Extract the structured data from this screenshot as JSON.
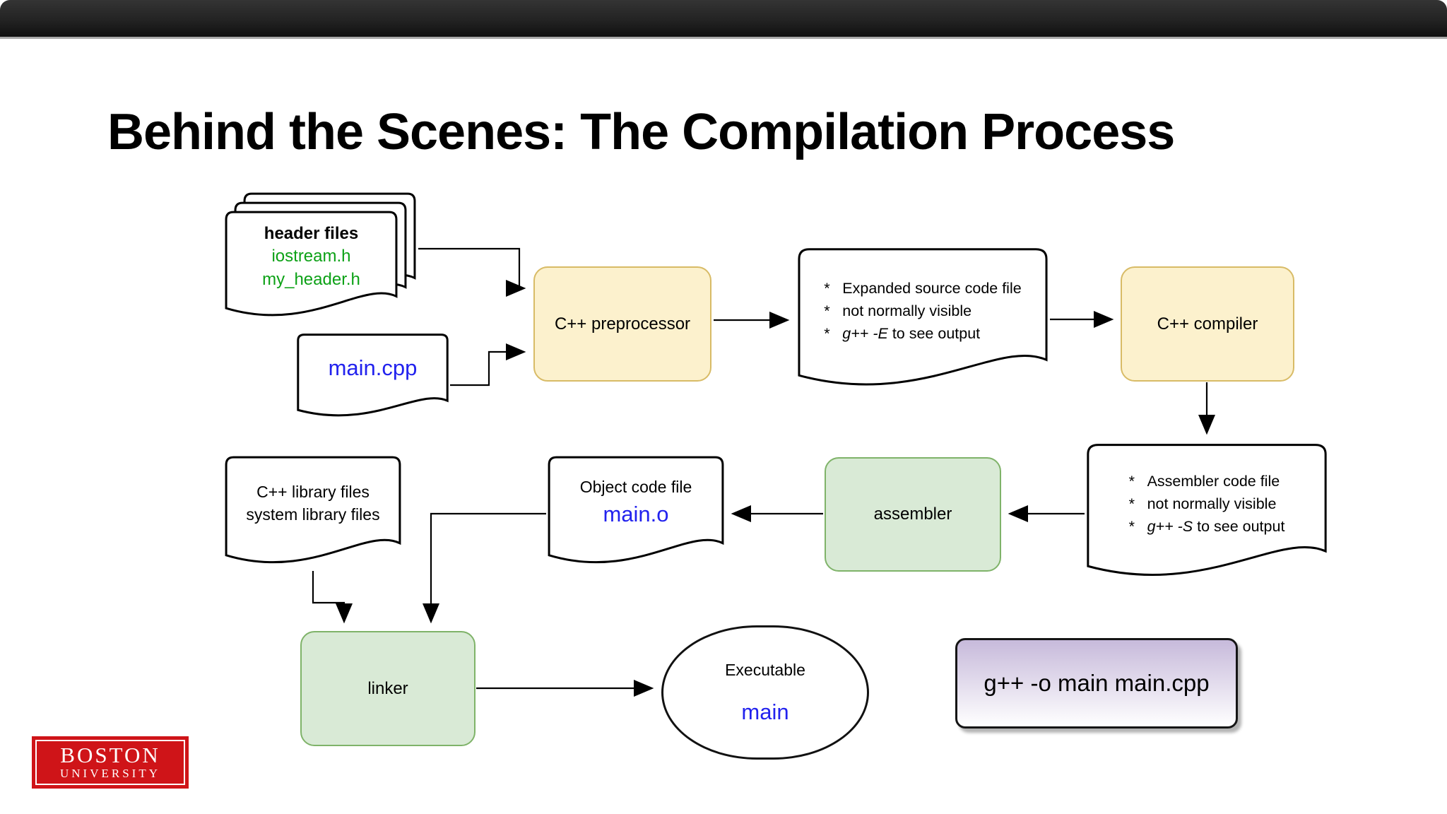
{
  "title": "Behind the Scenes: The Compilation Process",
  "bullet": "*",
  "nodes": {
    "header_stack": {
      "heading": "header files",
      "file1": "iostream.h",
      "file2": "my_header.h"
    },
    "main_cpp": {
      "name": "main.cpp"
    },
    "preprocessor": {
      "label": "C++ preprocessor"
    },
    "expanded_doc": {
      "b1": "Expanded source code file",
      "b2": "not normally visible",
      "b3_cmd": "g++ -E",
      "b3_rest": " to see output"
    },
    "compiler": {
      "label": "C++ compiler"
    },
    "assembler_doc": {
      "b1": "Assembler code file",
      "b2": "not normally visible",
      "b3_cmd": "g++ -S",
      "b3_rest": " to see output"
    },
    "assembler": {
      "label": "assembler"
    },
    "object_doc": {
      "label": "Object code file",
      "name": "main.o"
    },
    "library_doc": {
      "line1": "C++ library files",
      "line2": "system library files"
    },
    "linker": {
      "label": "linker"
    },
    "executable": {
      "label": "Executable",
      "name": "main"
    },
    "command_box": {
      "text": "g++ -o main main.cpp"
    }
  },
  "logo": {
    "line1": "BOSTON",
    "line2": "UNIVERSITY"
  },
  "colors": {
    "process_yellow_fill": "#fcf1cd",
    "process_yellow_border": "#d8bb66",
    "process_green_fill": "#d9ead6",
    "process_green_border": "#7fb369",
    "file_text_green": "#0ca116",
    "file_text_blue": "#2222ee",
    "command_purple": "#c7badb",
    "bu_red": "#cf1418",
    "topbar_black": "#232323"
  }
}
